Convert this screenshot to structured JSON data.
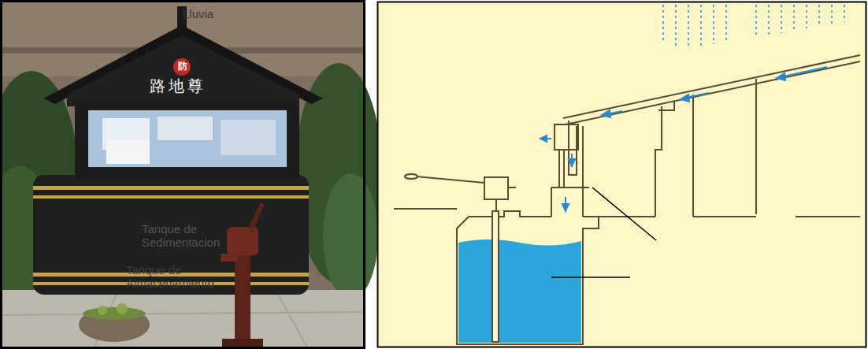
{
  "diagram": {
    "labels": [
      "Lluvia",
      "防",
      "路地尊",
      "Tanque de Sedimentacion",
      "Tanque de Almacenamiento"
    ]
  }
}
